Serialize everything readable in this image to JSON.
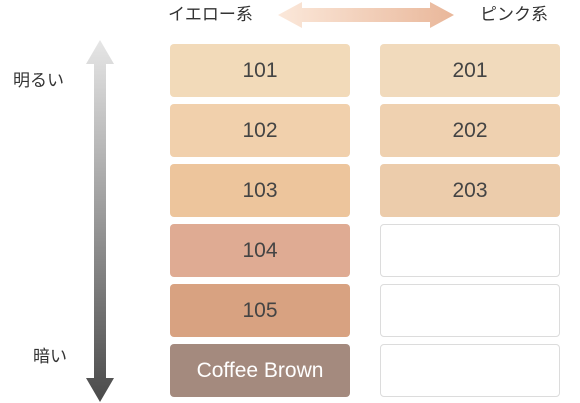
{
  "header": {
    "yellow_label": "イエロー系",
    "pink_label": "ピンク系"
  },
  "scale": {
    "bright_label": "明るい",
    "dark_label": "暗い"
  },
  "yellow_column": [
    {
      "label": "101",
      "color": "#f2dab9"
    },
    {
      "label": "102",
      "color": "#f1d0ac"
    },
    {
      "label": "103",
      "color": "#edc59c"
    },
    {
      "label": "104",
      "color": "#dfab93"
    },
    {
      "label": "105",
      "color": "#d8a281"
    },
    {
      "label": "Coffee Brown",
      "color": "#a48a7e"
    }
  ],
  "pink_column": [
    {
      "label": "201",
      "color": "#f1dabc"
    },
    {
      "label": "202",
      "color": "#efd1b0"
    },
    {
      "label": "203",
      "color": "#ecccab"
    },
    {
      "label": "",
      "color": "#ffffff"
    },
    {
      "label": "",
      "color": "#ffffff"
    },
    {
      "label": "",
      "color": "#ffffff"
    }
  ],
  "colors": {
    "arrow_horizontal_light": "#fbe8da",
    "arrow_horizontal_dark": "#e9b79a",
    "arrow_vertical_top": "#e6e6e6",
    "arrow_vertical_bottom": "#4a4a4a",
    "empty_border": "#dcdcdc"
  }
}
